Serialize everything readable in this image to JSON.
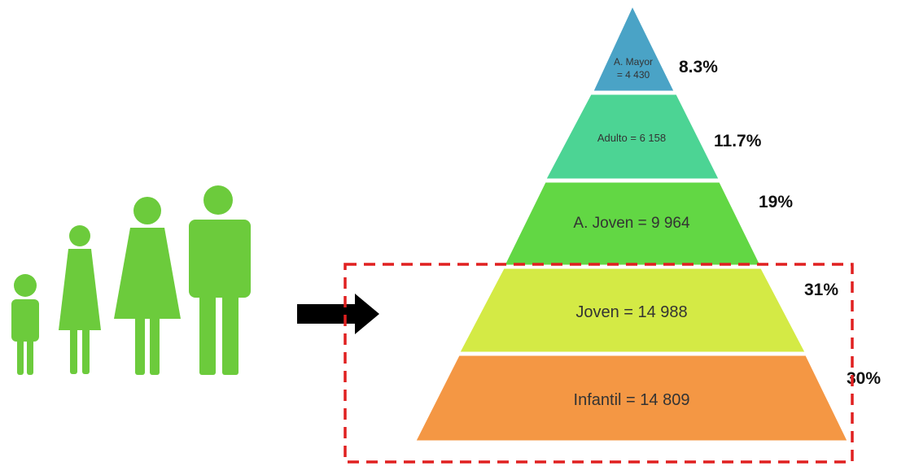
{
  "pyramid": {
    "tiers": [
      {
        "label_lines": [
          "A. Mayor",
          "= 4 430"
        ],
        "percent": "8.3%",
        "color": "#4AA3C6"
      },
      {
        "label_lines": [
          "Adulto = 6 158"
        ],
        "percent": "11.7%",
        "color": "#4CD494"
      },
      {
        "label_lines": [
          "A. Joven = 9 964"
        ],
        "percent": "19%",
        "color": "#62D744"
      },
      {
        "label_lines": [
          "Joven = 14 988"
        ],
        "percent": "31%",
        "color": "#D4EA45"
      },
      {
        "label_lines": [
          "Infantil = 14 809"
        ],
        "percent": "30%",
        "color": "#F49744"
      }
    ]
  },
  "colors": {
    "people": "#6CCB3C",
    "arrow": "#000000",
    "highlight_border": "#E02020"
  },
  "icons": {
    "people": "family-of-four-icon",
    "arrow": "right-arrow-icon"
  }
}
